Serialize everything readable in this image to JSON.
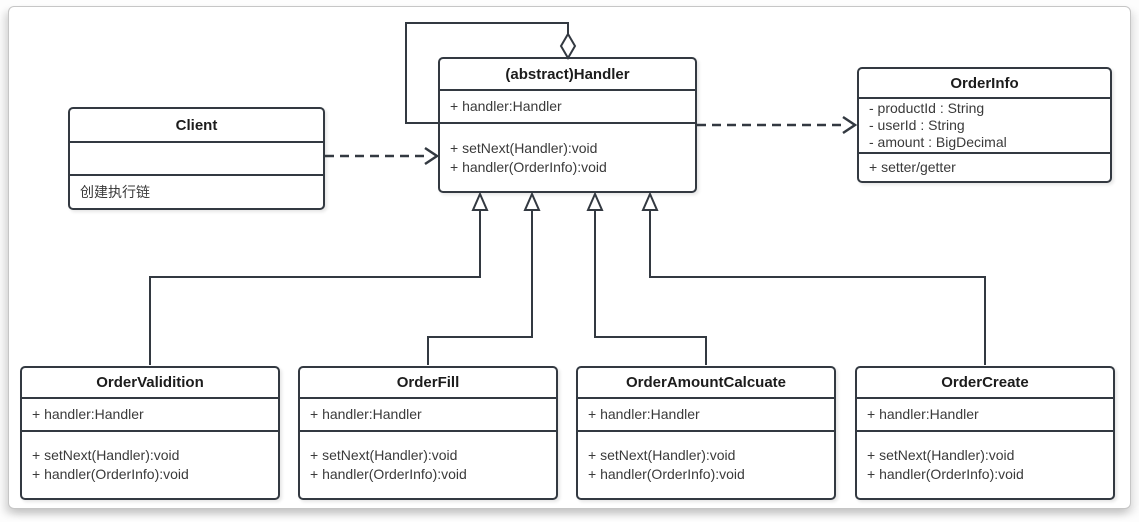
{
  "colors": {
    "line": "#333941",
    "box_border": "#333941",
    "title_text": "#1c1c1c",
    "member_text": "#3a3a3a",
    "frame_border": "#c6c6c6",
    "background": "#ffffff"
  },
  "classes": {
    "client": {
      "title": "Client",
      "field_1": "",
      "method_1": "创建执行链"
    },
    "handler": {
      "title": "(abstract)Handler",
      "field_1": "+ handler:Handler",
      "method_1": "+ setNext(Handler):void",
      "method_2": "+ handler(OrderInfo):void"
    },
    "order_info": {
      "title": "OrderInfo",
      "field_1": "- productId : String",
      "field_2": "- userId : String",
      "field_3": "- amount : BigDecimal",
      "method_1": "+ setter/getter"
    },
    "order_validition": {
      "title": "OrderValidition",
      "field_1": "+ handler:Handler",
      "method_1": "+ setNext(Handler):void",
      "method_2": "+ handler(OrderInfo):void"
    },
    "order_fill": {
      "title": "OrderFill",
      "field_1": "+ handler:Handler",
      "method_1": "+ setNext(Handler):void",
      "method_2": "+ handler(OrderInfo):void"
    },
    "order_amount_calcuate": {
      "title": "OrderAmountCalcuate",
      "field_1": "+ handler:Handler",
      "method_1": "+ setNext(Handler):void",
      "method_2": "+ handler(OrderInfo):void"
    },
    "order_create": {
      "title": "OrderCreate",
      "field_1": "+ handler:Handler",
      "method_1": "+ setNext(Handler):void",
      "method_2": "+ handler(OrderInfo):void"
    }
  }
}
